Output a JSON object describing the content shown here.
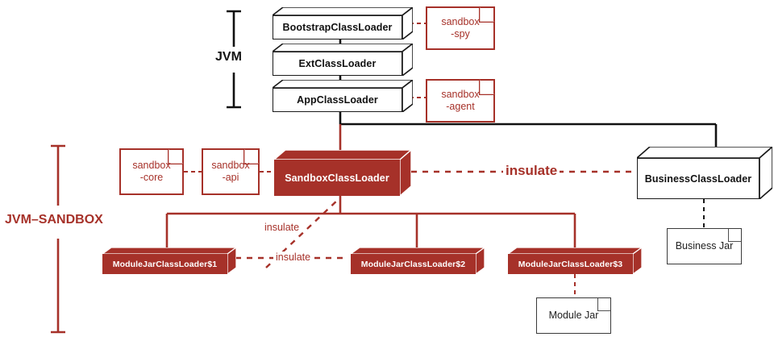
{
  "diagram": {
    "title": "JVM-SANDBOX ClassLoader architecture",
    "colors": {
      "red": "#a63129",
      "black": "#1a1a1a",
      "white": "#ffffff",
      "note_gray_border": "#3a3a3a"
    },
    "brackets": [
      {
        "name": "jvm-bracket",
        "label": "JVM",
        "color": "#111111"
      },
      {
        "name": "jvm-sandbox-bracket",
        "label": "JVM–SANDBOX",
        "color": "#a63129"
      }
    ],
    "classloaders": [
      {
        "id": "bootstrap",
        "label": "BootstrapClassLoader",
        "style": "white"
      },
      {
        "id": "ext",
        "label": "ExtClassLoader",
        "style": "white"
      },
      {
        "id": "app",
        "label": "AppClassLoader",
        "style": "white"
      },
      {
        "id": "sandbox",
        "label": "SandboxClassLoader",
        "style": "red"
      },
      {
        "id": "business",
        "label": "BusinessClassLoader",
        "style": "white"
      },
      {
        "id": "module1",
        "label": "ModuleJarClassLoader$1",
        "style": "red"
      },
      {
        "id": "module2",
        "label": "ModuleJarClassLoader$2",
        "style": "red"
      },
      {
        "id": "module3",
        "label": "ModuleJarClassLoader$3",
        "style": "red"
      }
    ],
    "notes": [
      {
        "id": "sandbox-spy",
        "line1": "sandbox",
        "line2": "-spy",
        "style": "red"
      },
      {
        "id": "sandbox-agent",
        "line1": "sandbox",
        "line2": "-agent",
        "style": "red"
      },
      {
        "id": "sandbox-core",
        "line1": "sandbox",
        "line2": "-core",
        "style": "red"
      },
      {
        "id": "sandbox-api",
        "line1": "sandbox",
        "line2": "-api",
        "style": "red"
      },
      {
        "id": "business-jar",
        "line1": "Business Jar",
        "line2": "",
        "style": "gray"
      },
      {
        "id": "module-jar",
        "line1": "Module Jar",
        "line2": "",
        "style": "gray"
      }
    ],
    "edge_labels": [
      {
        "id": "insulate-main",
        "text": "insulate"
      },
      {
        "id": "insulate-upper",
        "text": "insulate"
      },
      {
        "id": "insulate-lower",
        "text": "insulate"
      }
    ]
  }
}
